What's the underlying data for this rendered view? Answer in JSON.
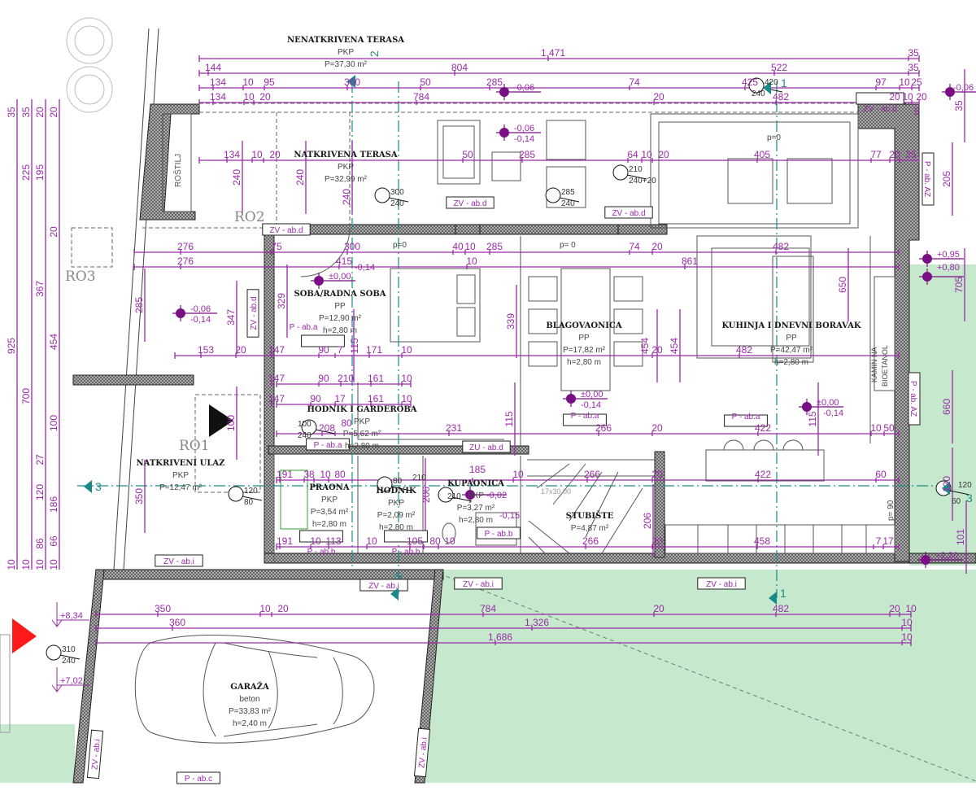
{
  "colors": {
    "dimension": "#9a2aa8",
    "wall_hatch": "#8a8a8a",
    "garden": "#c6e8cc",
    "section": "#1a8a88",
    "entrance_marker": "#ff1a1a"
  },
  "rooms": [
    {
      "name": "NENATKRIVENA TERASA",
      "finish": "PKP",
      "area": "P=37,30 m²",
      "height": ""
    },
    {
      "name": "NATKRIVENA TERASA",
      "finish": "PKP",
      "area": "P=32,99 m²",
      "height": ""
    },
    {
      "name": "SOBA/RADNA SOBA",
      "finish": "PP",
      "area": "P=12,90 m²",
      "height": "h=2,80 m"
    },
    {
      "name": "BLAGOVAONICA",
      "finish": "PP",
      "area": "P=17,82 m²",
      "height": "h=2,80 m"
    },
    {
      "name": "KUHINJA I DNEVNI BORAVAK",
      "finish": "PP",
      "area": "P=42,47 m²",
      "height": "h=2,80 m"
    },
    {
      "name": "HODNIK I GARDEROBA",
      "finish": "PKP",
      "area": "P=5,62 m²",
      "height": "h=2,80 m"
    },
    {
      "name": "NATKRIVENI ULAZ",
      "finish": "PKP",
      "area": "P=12,47 m²",
      "height": ""
    },
    {
      "name": "PRAONA",
      "finish": "PKP",
      "area": "P=3,54 m²",
      "height": "h=2,80 m"
    },
    {
      "name": "HODNIK",
      "finish": "PKP",
      "area": "P=2,09 m²",
      "height": "h=2,80 m"
    },
    {
      "name": "KUPAONICA",
      "finish": "PKP",
      "area": "P=3,27 m²",
      "height": "h=2,80 m"
    },
    {
      "name": "STUBIŠTE",
      "finish": "",
      "area": "P=4,87 m²",
      "height": ""
    },
    {
      "name": "GARAŽA",
      "finish": "beton",
      "area": "P=33,83 m²",
      "height": "h=2,40 m"
    }
  ],
  "tags": [
    "ZV - ab.d",
    "ZV - ab.d",
    "ZV - ab.d",
    "ZV - ab.d",
    "ZV - ab.d",
    "P - ab.a",
    "P - ab.a",
    "P - ab.a",
    "P - ab.a",
    "P - ab.b",
    "P - ab.b",
    "P - ab.b",
    "ZU - ab.d",
    "ZV - ab.i",
    "ZV - ab.i",
    "ZV - ab.i",
    "ZV - ab.i",
    "P - ab.c",
    "ZV - ab.i",
    "ZV - ab.i",
    "P - ab. AZ",
    "P - ab. AZ"
  ],
  "zones": [
    "RO1",
    "RO2",
    "RO3"
  ],
  "notes": {
    "grill": "ROŠTILJ",
    "fireplace_line1": "KAMIN NA",
    "fireplace_line2": "BIOETANOL",
    "sill_0": "p=0",
    "sill_0b": "p= 0",
    "sill_0c": "p=0",
    "sill_90": "p= 90",
    "stair_steps": "17x30,00"
  },
  "levels": [
    [
      "-0,06"
    ],
    [
      "-0,06",
      "-0,14"
    ],
    [
      "-0,06"
    ],
    [
      "±0,00",
      "-0,14"
    ],
    [
      "-0,06",
      "-0,14"
    ],
    [
      "±0,00",
      "-0,14"
    ],
    [
      "±0,00",
      "-0,14"
    ],
    [
      "-0,02",
      "-0,15"
    ],
    [
      "+0,95"
    ],
    [
      "+0,80"
    ],
    [
      "+2,30"
    ]
  ],
  "elevations": [
    "+8,34",
    "+7,02"
  ],
  "openings": [
    [
      "300",
      "240"
    ],
    [
      "285",
      "240"
    ],
    [
      "210",
      "240+20"
    ],
    [
      "420",
      "240"
    ],
    [
      "100",
      "240"
    ],
    [
      "310",
      "240"
    ],
    [
      "120",
      "80"
    ],
    [
      "120",
      "60"
    ],
    [
      "80",
      "210"
    ],
    [
      "210",
      ""
    ]
  ],
  "sections": [
    "2",
    "2",
    "1",
    "1",
    "3",
    "3"
  ],
  "dimensions": {
    "top_rows": [
      [
        "1.471",
        "35"
      ],
      [
        "144",
        "804",
        "522",
        "35"
      ],
      [
        "134",
        "10",
        "95",
        "300",
        "50",
        "285",
        "74",
        "425",
        "97",
        "10",
        "25"
      ],
      [
        "134",
        "10",
        "20",
        "784",
        "20",
        "482",
        "20",
        "10",
        "20",
        "5"
      ]
    ],
    "inner_rows": [
      [
        "134",
        "10",
        "20",
        "50",
        "285",
        "64",
        "10",
        "20",
        "405",
        "77",
        "20",
        "35"
      ],
      [
        "276",
        "75",
        "300",
        "40",
        "10",
        "285",
        "74",
        "20",
        "482"
      ],
      [
        "276",
        "415",
        "10",
        "861"
      ],
      [
        "153",
        "20",
        "147",
        "90",
        "7",
        "171",
        "10",
        "20",
        "482"
      ],
      [
        "147",
        "90",
        "210",
        "161",
        "10"
      ],
      [
        "147",
        "90",
        "17",
        "161",
        "10"
      ],
      [
        "208",
        "80",
        "231",
        "266",
        "20",
        "422",
        "10",
        "50"
      ],
      [
        "191",
        "38",
        "10",
        "80",
        "185",
        "10",
        "266",
        "20",
        "422",
        "60"
      ],
      [
        "191",
        "10",
        "113",
        "10",
        "105",
        "80",
        "10",
        "266",
        "20",
        "458",
        "7",
        "17"
      ]
    ],
    "bottom_rows": [
      [
        "350",
        "10",
        "20",
        "784",
        "20",
        "482",
        "20",
        "10"
      ],
      [
        "360",
        "1.326",
        "10"
      ],
      [
        "1.686",
        "10"
      ]
    ],
    "left_cols": [
      [
        "35",
        "925",
        "10"
      ],
      [
        "35",
        "225",
        "700",
        "10"
      ],
      [
        "20",
        "195",
        "367",
        "27",
        "120",
        "86",
        "10"
      ],
      [
        "20",
        "20",
        "454",
        "100",
        "186",
        "66",
        "10"
      ]
    ],
    "inner_cols": [
      "240",
      "240",
      "240",
      "285",
      "347",
      "329",
      "100",
      "350",
      "339",
      "454",
      "454",
      "650",
      "205",
      "705",
      "660",
      "120",
      "101",
      "35",
      "115",
      "115",
      "115",
      "206",
      "206"
    ]
  }
}
